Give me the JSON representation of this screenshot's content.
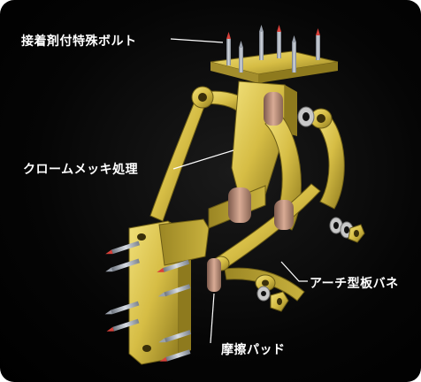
{
  "labels": {
    "bolt": "接着剤付特殊ボルト",
    "chrome": "クロームメッキ処理",
    "spring": "アーチ型板バネ",
    "pad": "摩擦パッド"
  },
  "colors": {
    "background": "#000000",
    "metal_yellow": "#d9c24a",
    "metal_shadow": "#8e7a1e",
    "bolt_red": "#d8413a",
    "bolt_grey": "#9aa1ac",
    "pad_pink": "#c99a86",
    "washer_grey": "#c8c8c8",
    "label_text": "#ffffff"
  }
}
